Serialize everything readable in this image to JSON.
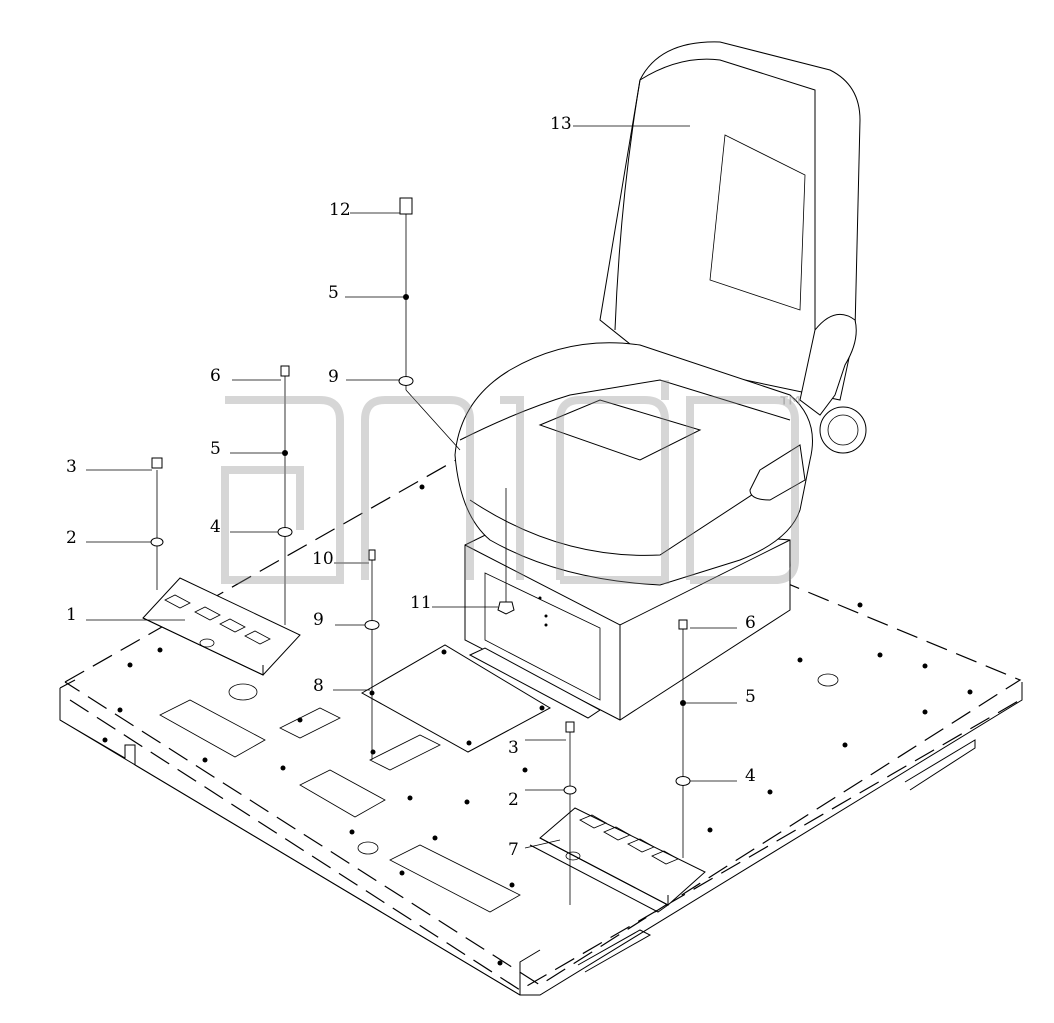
{
  "callouts": [
    {
      "id": "c13",
      "text": "13"
    },
    {
      "id": "c12",
      "text": "12"
    },
    {
      "id": "c5a",
      "text": "5"
    },
    {
      "id": "c9a",
      "text": "9"
    },
    {
      "id": "c6a",
      "text": "6"
    },
    {
      "id": "c5b",
      "text": "5"
    },
    {
      "id": "c3a",
      "text": "3"
    },
    {
      "id": "c4a",
      "text": "4"
    },
    {
      "id": "c2a",
      "text": "2"
    },
    {
      "id": "c10",
      "text": "10"
    },
    {
      "id": "c1",
      "text": "1"
    },
    {
      "id": "c9b",
      "text": "9"
    },
    {
      "id": "c11",
      "text": "11"
    },
    {
      "id": "c8",
      "text": "8"
    },
    {
      "id": "c6b",
      "text": "6"
    },
    {
      "id": "c5c",
      "text": "5"
    },
    {
      "id": "c3b",
      "text": "3"
    },
    {
      "id": "c4b",
      "text": "4"
    },
    {
      "id": "c2b",
      "text": "2"
    },
    {
      "id": "c7",
      "text": "7"
    }
  ],
  "watermark": {
    "trademark": "™"
  },
  "colors": {
    "line": "#000000",
    "background": "#ffffff",
    "watermark": "#8a8a8a"
  }
}
